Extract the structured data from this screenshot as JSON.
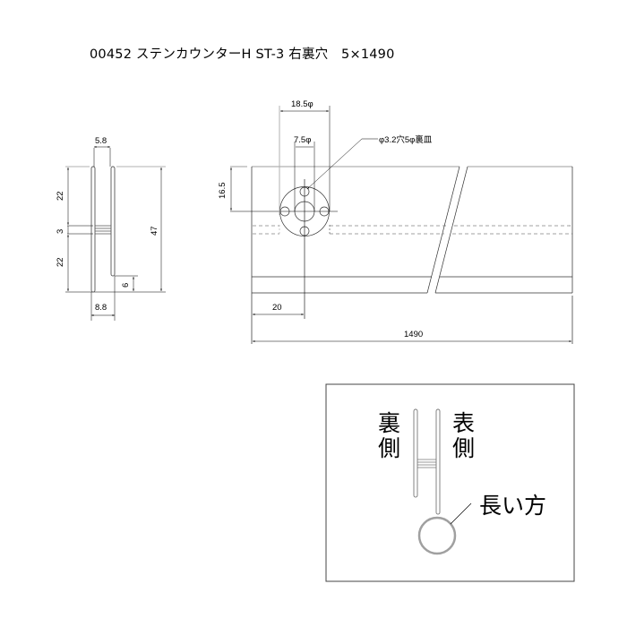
{
  "title": "00452 ステンカウンターH ST-3 右裏穴　5×1490",
  "cross_section": {
    "dims": {
      "top_width": "5.8",
      "bottom_width": "8.8",
      "upper_height": "22",
      "bar_height": "3",
      "lower_height": "22",
      "total_height": "47",
      "offset_bottom": "6"
    }
  },
  "elevation": {
    "dims": {
      "outer_diameter": "18.5φ",
      "inner_diameter": "7.5φ",
      "hole_note": "φ3.2穴5φ裏皿",
      "hole_height": "16.5",
      "hole_offset": "20",
      "length": "1490"
    }
  },
  "inset": {
    "back_label_line1": "裏",
    "back_label_line2": "側",
    "front_label_line1": "表",
    "front_label_line2": "側",
    "long_side_label": "長い方"
  },
  "colors": {
    "line": "#000000",
    "gray_line": "#b0b0b0",
    "highlight_circle": "#a0a0a0"
  }
}
